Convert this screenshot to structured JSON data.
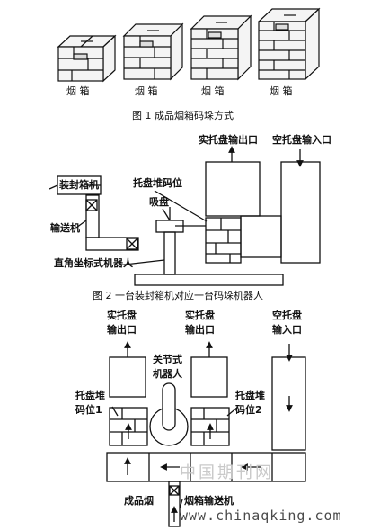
{
  "figure1": {
    "stack_labels": [
      "烟 箱",
      "烟 箱",
      "烟 箱",
      "烟 箱"
    ],
    "caption": "图 1 成品烟箱码垛方式"
  },
  "figure2": {
    "label_loaded_pallet_out": "实托盘输出口",
    "label_empty_pallet_in": "空托盘输入口",
    "label_case_sealer": "装封箱机",
    "label_palletizing_pos": "托盘堆码位",
    "label_suction_cup": "吸盘",
    "label_conveyor": "输送机",
    "label_cartesian_robot": "直角坐标式机器人",
    "caption": "图 2 一台装封箱机对应一台码垛机器人"
  },
  "figure3": {
    "label_out_left_1": "实托盘",
    "label_out_left_2": "输出口",
    "label_out_mid_1": "实托盘",
    "label_out_mid_2": "输出口",
    "label_empty_in_1": "空托盘",
    "label_empty_in_2": "输入口",
    "label_joint_robot_1": "关节式",
    "label_joint_robot_2": "机器人",
    "label_pos1_1": "托盘堆",
    "label_pos1_2": "码位1",
    "label_pos2_1": "托盘堆",
    "label_pos2_2": "码位2",
    "label_finished_case": "成品烟",
    "label_case_conveyor": "烟箱输送机"
  },
  "watermark": {
    "cn": "中国期刊网",
    "url": "www.chinaqking.com"
  }
}
